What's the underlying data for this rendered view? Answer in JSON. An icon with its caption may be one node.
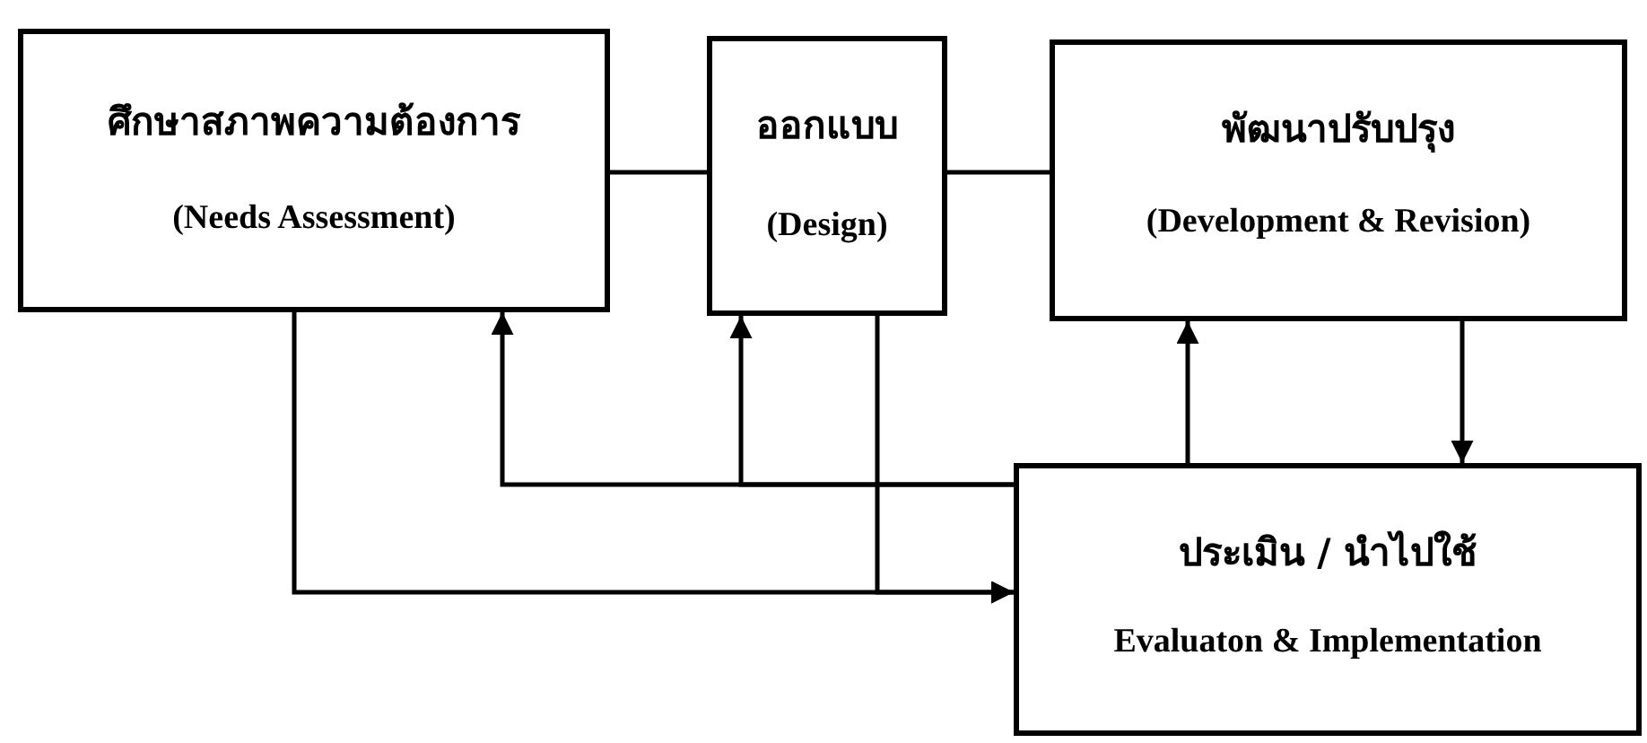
{
  "diagram": {
    "nodes": [
      {
        "text": [
          "ศึกษาสภาพความต้องการ",
          "(Needs Assessment)"
        ]
      },
      {
        "text": [
          "ออกแบบ",
          "(Design)"
        ]
      },
      {
        "text": [
          "พัฒนาปรับปรุง",
          "(Development & Revision)"
        ]
      },
      {
        "text": [
          "ประเมิน / นำไปใช้",
          "Evaluaton & Implementation"
        ]
      }
    ],
    "edges": [
      {
        "from": 0,
        "to": 1,
        "arrow": "none"
      },
      {
        "from": 1,
        "to": 2,
        "arrow": "none"
      },
      {
        "from": 0,
        "to": 3,
        "arrow": "to"
      },
      {
        "from": 1,
        "to": 3,
        "arrow": "to"
      },
      {
        "from": 3,
        "to": 0,
        "arrow": "to"
      },
      {
        "from": 3,
        "to": 1,
        "arrow": "to"
      },
      {
        "from": 3,
        "to": 2,
        "arrow": "to"
      },
      {
        "from": 2,
        "to": 3,
        "arrow": "to"
      }
    ]
  }
}
